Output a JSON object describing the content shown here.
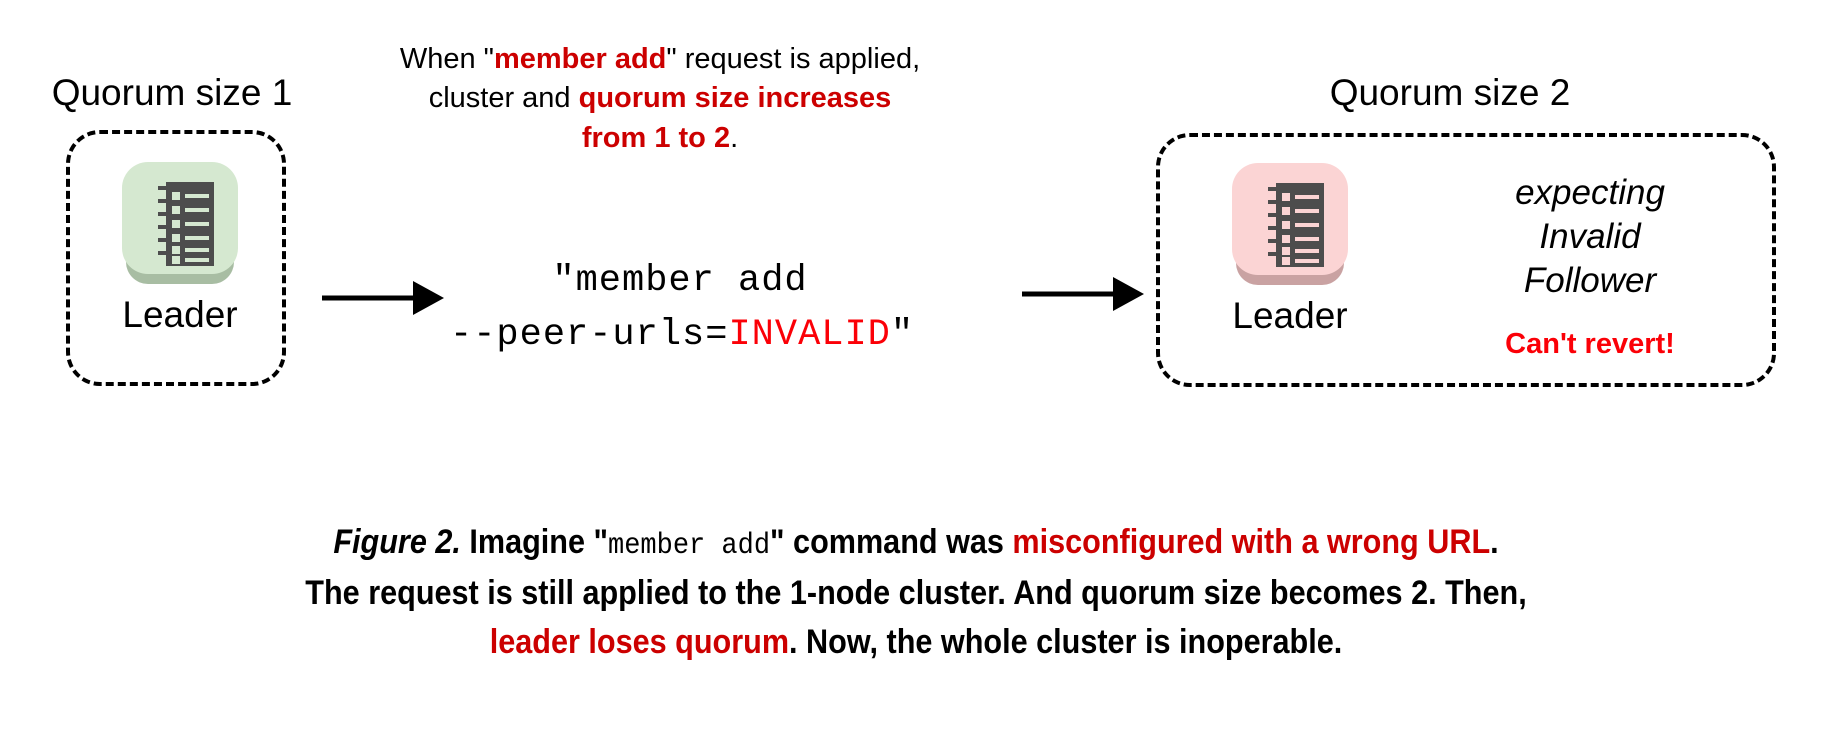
{
  "figure": {
    "left_cluster": {
      "title": "Quorum size 1",
      "node_label": "Leader",
      "node_color": "#d5e8d0",
      "node_shadow": "#a8bda3",
      "icon": "server-rack-icon"
    },
    "right_cluster": {
      "title": "Quorum size 2",
      "node_label": "Leader",
      "node_color": "#fbd4d4",
      "node_shadow": "#c9a2a2",
      "icon": "server-rack-icon",
      "note_line1": "expecting",
      "note_line2": "Invalid",
      "note_line3": "Follower",
      "warning": "Can't revert!",
      "warning_color": "#fb0007"
    },
    "top_note": {
      "line1_a": "When \"",
      "line1_b": "member add",
      "line1_c": "\" request is applied,",
      "line2_a": "cluster and ",
      "line2_b": "quorum size increases",
      "line3_a": "from 1 to 2",
      "line3_b": ".",
      "highlight_color": "#cc0000"
    },
    "command": {
      "line1": "\"member add",
      "line2_a": "--peer-urls=",
      "line2_b": "INVALID",
      "line2_c": "\"",
      "invalid_color": "#fb0007"
    },
    "arrows": {
      "left_arrow": "arrow-right-icon",
      "right_arrow": "arrow-right-icon"
    },
    "caption": {
      "l1_figno": "Figure 2.",
      "l1_a": " Imagine \"",
      "l1_mono": "member add",
      "l1_b": "\" command was ",
      "l1_red": "misconfigured with a wrong URL",
      "l1_c": ".",
      "l2": "The request is still applied to the 1-node cluster. And quorum size becomes 2. Then,",
      "l3_red": "leader loses quorum",
      "l3_b": ". Now, the whole cluster is inoperable.",
      "red_color": "#cc0000"
    }
  }
}
